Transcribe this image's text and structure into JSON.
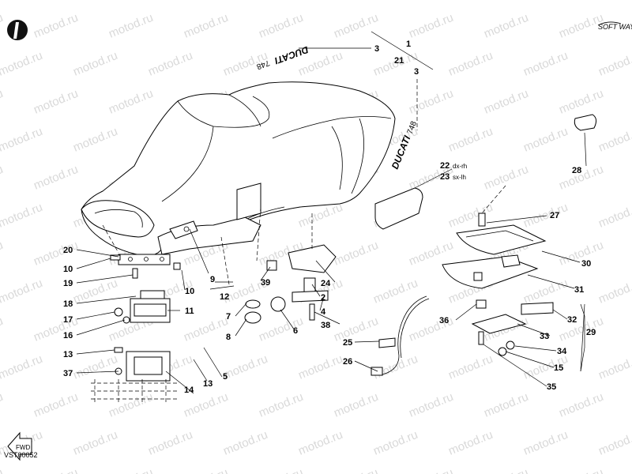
{
  "diagram": {
    "code": "VST00052",
    "logo": "SOFT WAY",
    "fwd_label": "FWD",
    "watermark": "motod.ru",
    "decals": {
      "top": {
        "brand": "DUCATI",
        "model": "748"
      },
      "side": {
        "brand": "DUCATI",
        "model": "748"
      }
    }
  },
  "callouts": {
    "c1": "1",
    "c2": "2",
    "c3": "3",
    "c3b": "3",
    "c4": "4",
    "c5": "5",
    "c6": "6",
    "c7": "7",
    "c8": "8",
    "c9": "9",
    "c10": "10",
    "c10b": "10",
    "c11": "11",
    "c12": "12",
    "c13": "13",
    "c13b": "13",
    "c14": "14",
    "c15": "15",
    "c16": "16",
    "c17": "17",
    "c18": "18",
    "c19": "19",
    "c20": "20",
    "c21": "21",
    "c22": "22",
    "c23": "23",
    "c24": "24",
    "c25": "25",
    "c26": "26",
    "c27": "27",
    "c28": "28",
    "c29": "29",
    "c30": "30",
    "c31": "31",
    "c32": "32",
    "c33": "33",
    "c34": "34",
    "c35": "35",
    "c36": "36",
    "c37": "37",
    "c38": "38",
    "c39": "39"
  },
  "suffixes": {
    "s22": "dx-rh",
    "s23": "sx-lh"
  }
}
